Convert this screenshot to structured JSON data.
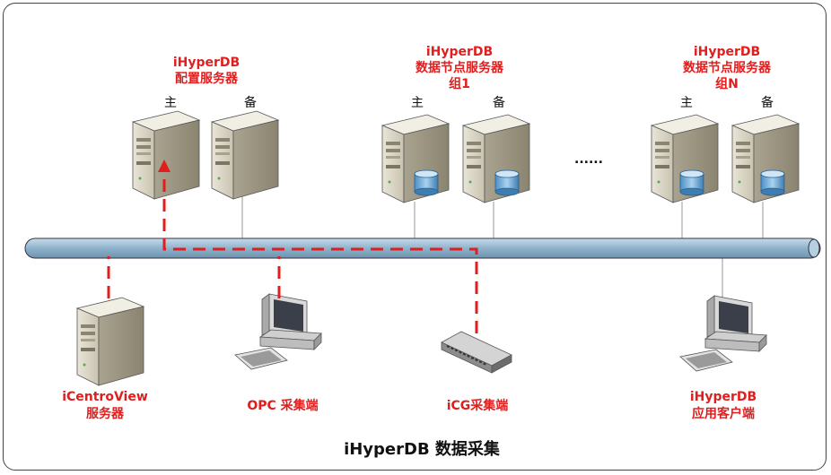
{
  "title": "iHyperDB 数据采集",
  "servers_top": [
    {
      "name_line1": "iHyperDB",
      "name_line2": "配置服务器",
      "name_line3": "",
      "primary": "主",
      "backup": "备"
    },
    {
      "name_line1": "iHyperDB",
      "name_line2": "数据节点服务器",
      "name_line3": "组1",
      "primary": "主",
      "backup": "备"
    },
    {
      "name_line1": "iHyperDB",
      "name_line2": "数据节点服务器",
      "name_line3": "组N",
      "primary": "主",
      "backup": "备"
    }
  ],
  "ellipsis": "......",
  "bottom_nodes": [
    {
      "line1": "iCentroView",
      "line2": "服务器"
    },
    {
      "line1": "OPC 采集端",
      "line2": ""
    },
    {
      "line1": "iCG采集端",
      "line2": ""
    },
    {
      "line1": "iHyperDB",
      "line2": "应用客户端"
    }
  ],
  "colors": {
    "accent_red": "#e01e1e",
    "bus_blue": "#9dbdd6",
    "server_body": "#d8d3c4"
  }
}
